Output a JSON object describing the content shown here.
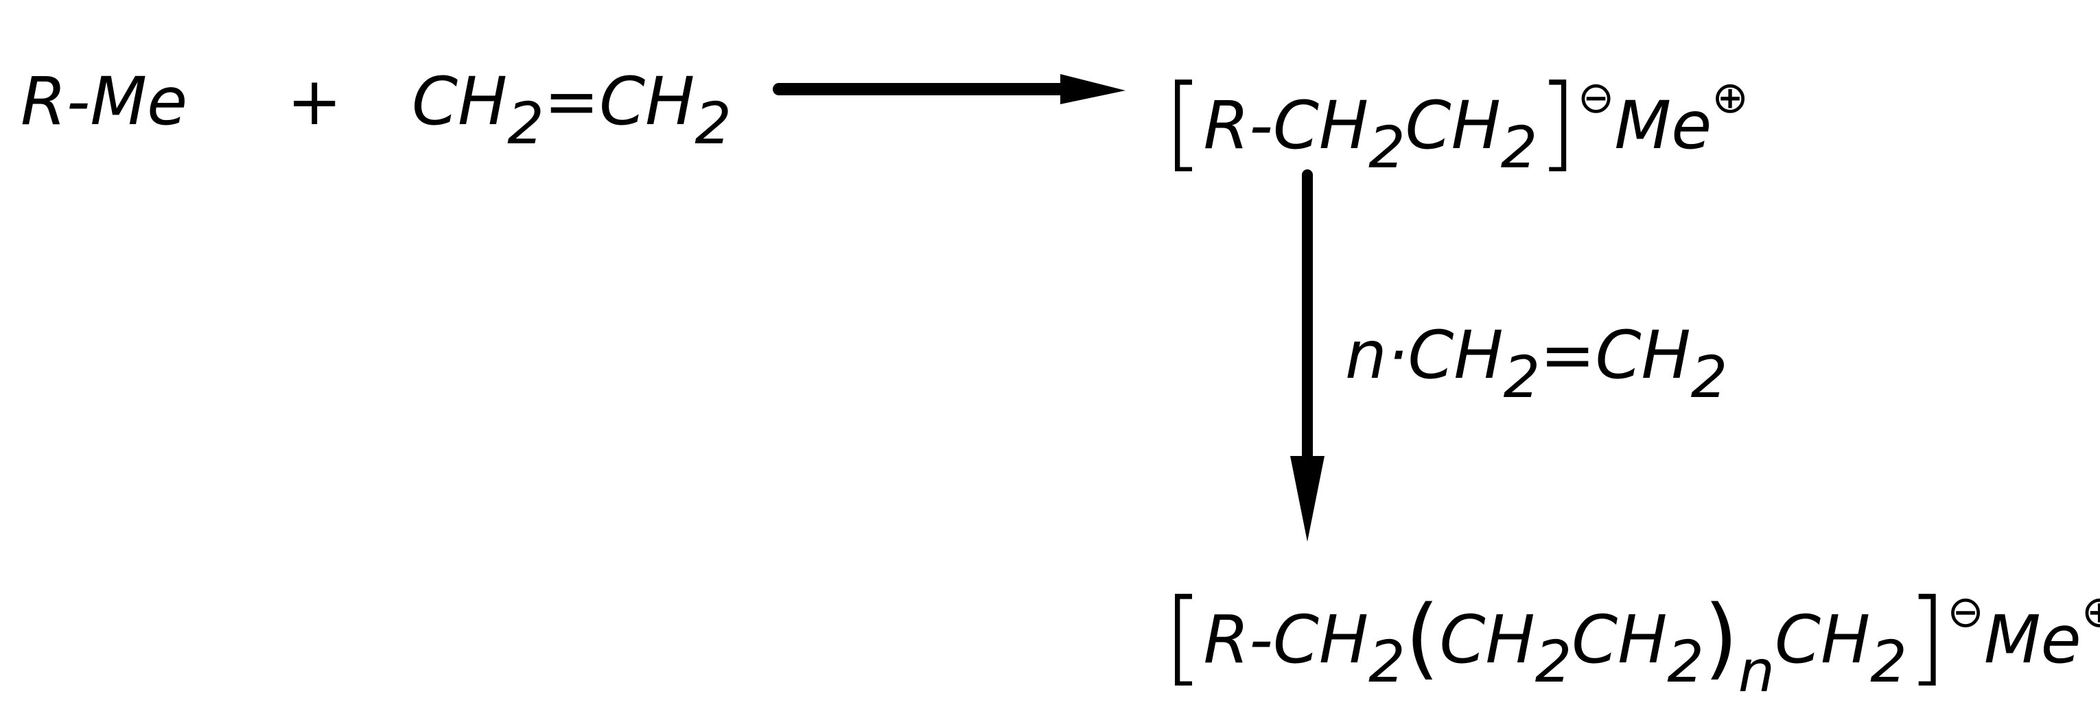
{
  "reaction": {
    "reactant_1": "R-Me",
    "plus": "+",
    "ethylene": {
      "ch2_a": "CH",
      "sub_a": "2",
      "double_bond": "=",
      "ch2_b": "CH",
      "sub_b": "2"
    },
    "intermediate": {
      "bracket_open": "[",
      "r_bond": "R-",
      "ch_a": "CH",
      "sub_a": "2",
      "ch_b": "CH",
      "sub_b": "2",
      "bracket_close": "]",
      "anion_charge": "⊖",
      "metal": "Me",
      "cation_charge": "⊕"
    },
    "reagent": {
      "prefix": "n·",
      "ch2_a": "CH",
      "sub_a": "2",
      "double_bond": "=",
      "ch2_b": "CH",
      "sub_b": "2"
    },
    "product": {
      "bracket_open": "[",
      "r_bond": "R-",
      "ch_a": "CH",
      "sub_a": "2",
      "paren_open": "(",
      "ch_b": "CH",
      "sub_b": "2",
      "ch_c": "CH",
      "sub_c": "2",
      "paren_close": ")",
      "n_index": "n",
      "ch_d": "CH",
      "sub_d": "2",
      "bracket_close": "]",
      "anion_charge": "⊖",
      "metal": "Me",
      "cation_charge": "⊕"
    }
  },
  "colors": {
    "ink": "#000000",
    "background": "#ffffff"
  }
}
